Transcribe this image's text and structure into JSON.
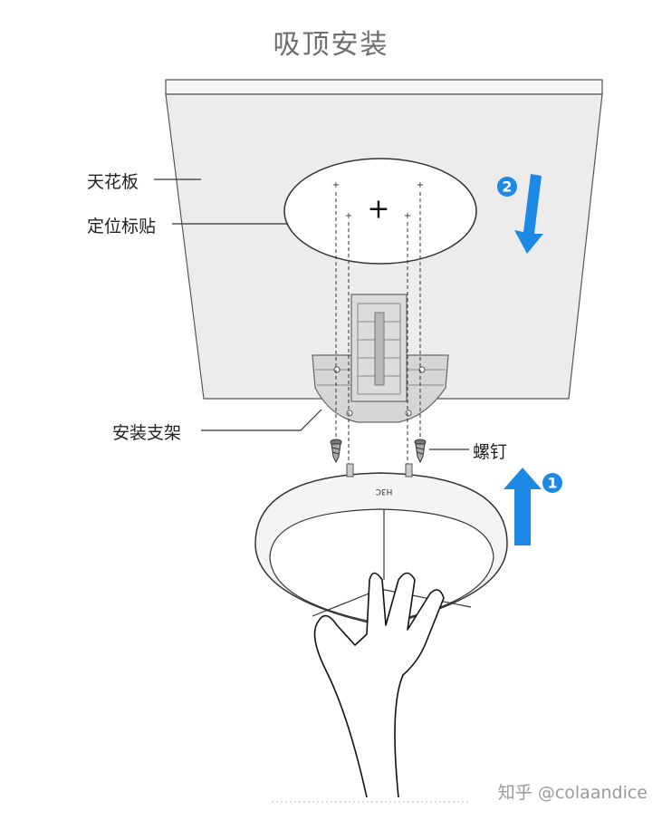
{
  "title": "吸顶安装",
  "labels": {
    "ceiling": "天花板",
    "position_sticker": "定位标贴",
    "mount_bracket": "安装支架",
    "screws": "螺钉"
  },
  "steps": {
    "step1": "1",
    "step2": "2"
  },
  "device_logo": "H3C",
  "watermark": "知乎 @colaandice",
  "colors": {
    "arrow_blue": "#1e88e5",
    "ceiling_fill": "#ececec",
    "line": "#333333"
  }
}
